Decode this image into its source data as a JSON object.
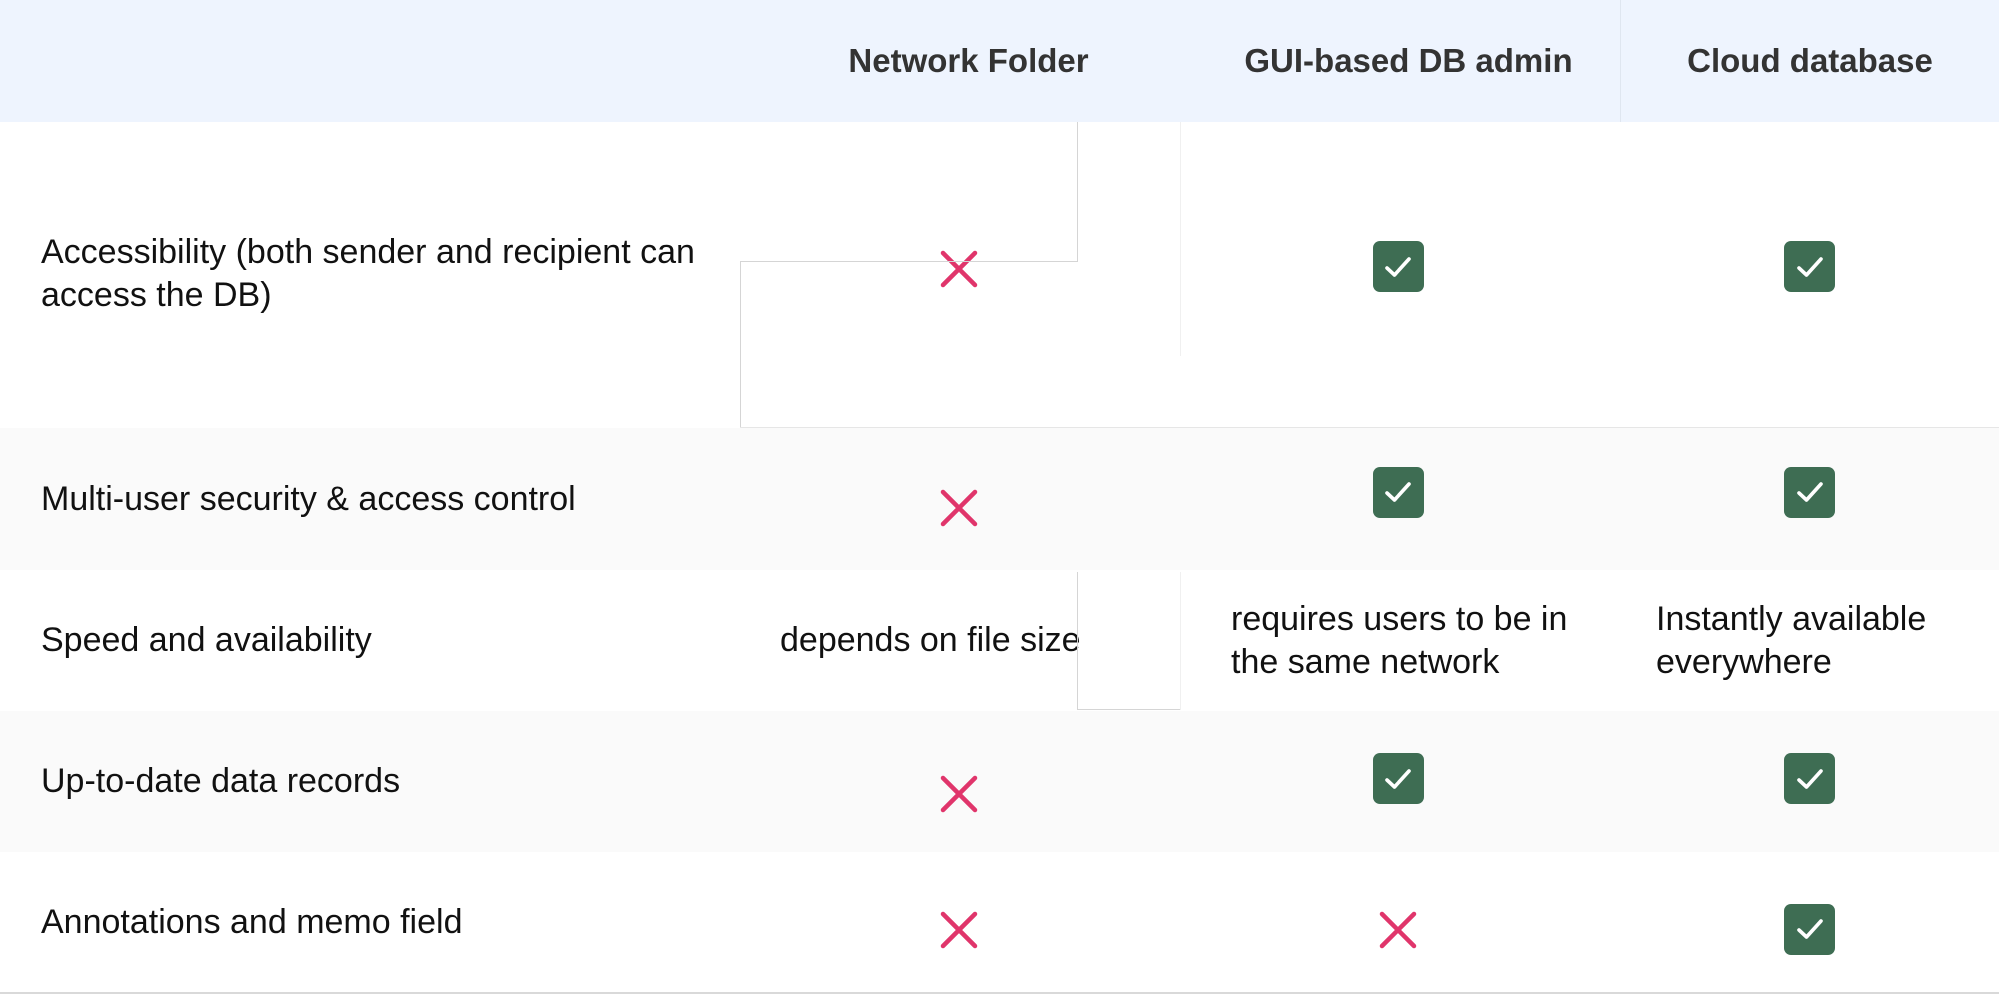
{
  "header": {
    "columns": [
      "Network Folder",
      "GUI-based DB admin",
      "Cloud database"
    ]
  },
  "rows": [
    {
      "label": "Accessibility (both sender and recipient can access the DB)",
      "cells": [
        {
          "type": "icon",
          "icon": "cross-icon"
        },
        {
          "type": "icon",
          "icon": "check-icon"
        },
        {
          "type": "icon",
          "icon": "check-icon"
        }
      ]
    },
    {
      "label": "Multi-user security & access control",
      "cells": [
        {
          "type": "icon",
          "icon": "cross-icon"
        },
        {
          "type": "icon",
          "icon": "check-icon"
        },
        {
          "type": "icon",
          "icon": "check-icon"
        }
      ]
    },
    {
      "label": "Speed and availability",
      "cells": [
        {
          "type": "text",
          "text": "depends on file size"
        },
        {
          "type": "text",
          "text": "requires users to be in the same network"
        },
        {
          "type": "text",
          "text": "Instantly available everywhere"
        }
      ]
    },
    {
      "label": "Up-to-date data records",
      "cells": [
        {
          "type": "icon",
          "icon": "cross-icon"
        },
        {
          "type": "icon",
          "icon": "check-icon"
        },
        {
          "type": "icon",
          "icon": "check-icon"
        }
      ]
    },
    {
      "label": "Annotations and memo field",
      "cells": [
        {
          "type": "icon",
          "icon": "cross-icon"
        },
        {
          "type": "icon",
          "icon": "cross-icon"
        },
        {
          "type": "icon",
          "icon": "check-icon"
        }
      ]
    }
  ],
  "colors": {
    "header_bg": "#eef4fe",
    "check_bg": "#3e6d53",
    "cross": "#e0356b",
    "alt_row_bg": "#fafafa"
  }
}
